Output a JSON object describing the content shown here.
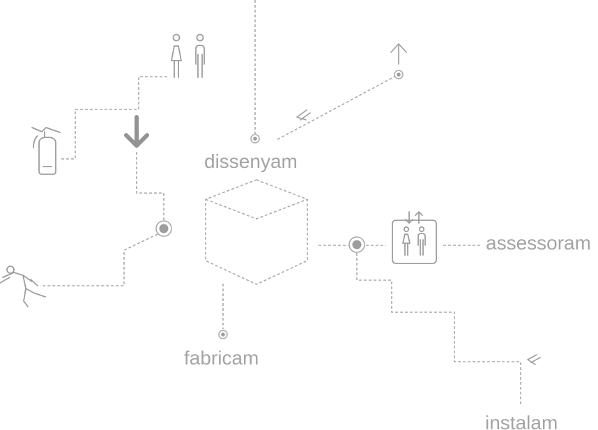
{
  "labels": {
    "dissenyam": "dissenyam",
    "fabricam": "fabricam",
    "assessoram": "assessoram",
    "instalam": "instalam"
  },
  "icons": [
    "fire-extinguisher-icon",
    "restroom-icon",
    "down-arrow-icon",
    "up-arrow-icon",
    "return-arrow-icon",
    "running-person-exit-icon",
    "elevator-icon",
    "cube-icon"
  ],
  "colors": {
    "line": "#a9a9a9",
    "icon": "#9d9d9d",
    "text": "#a4a4a4",
    "background": "#ffffff"
  }
}
